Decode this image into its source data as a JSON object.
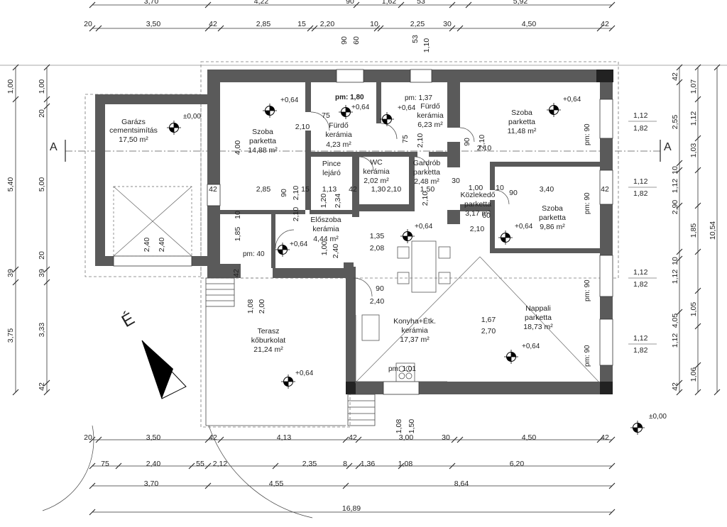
{
  "section_label": "A",
  "north_label": "É",
  "rooms": [
    {
      "id": "garazs",
      "name": "Garázs",
      "floor": "cementsimítás",
      "area": "17,50 m²"
    },
    {
      "id": "szoba1",
      "name": "Szoba",
      "floor": "parketta",
      "area": "14,88 m²"
    },
    {
      "id": "furdo1",
      "name": "Fürdő",
      "floor": "kerámia",
      "area": "4,23 m²"
    },
    {
      "id": "furdo2",
      "name": "Fürdő",
      "floor": "kerámia",
      "area": "6,23 m²"
    },
    {
      "id": "szoba2",
      "name": "Szoba",
      "floor": "parketta",
      "area": "11,48 m²"
    },
    {
      "id": "pince",
      "name": "Pince",
      "floor": "lejáró",
      "area": ""
    },
    {
      "id": "wc",
      "name": "WC",
      "floor": "kerámia",
      "area": "2,02 m²"
    },
    {
      "id": "gardrob",
      "name": "Gardrób",
      "floor": "parketta",
      "area": "2,48 m²"
    },
    {
      "id": "kozlekedo",
      "name": "Közlekedő",
      "floor": "parketta",
      "area": "3,17 m²"
    },
    {
      "id": "szoba3",
      "name": "Szoba",
      "floor": "parketta",
      "area": "9,86 m²"
    },
    {
      "id": "eloszoba",
      "name": "Előszoba",
      "floor": "kerámia",
      "area": "4,44 m²"
    },
    {
      "id": "terasz",
      "name": "Terasz",
      "floor": "kőburkolat",
      "area": "21,24 m²"
    },
    {
      "id": "konyha",
      "name": "Konyha+Étk.",
      "floor": "kerámia",
      "area": "17,37 m²"
    },
    {
      "id": "nappali",
      "name": "Nappali",
      "floor": "parketta",
      "area": "18,73 m²"
    }
  ],
  "levels": [
    "±0,00",
    "+0,64",
    "pm: 1,80",
    "pm: 1,37",
    "pm: 40",
    "pm: 1,01",
    "pm: 90"
  ],
  "dims_top1": [
    "3,70",
    "4,22",
    "90",
    "1,62",
    "53",
    "5,92"
  ],
  "dims_top2": [
    "20",
    "3,50",
    "42",
    "2,85",
    "15",
    "2,20",
    "10",
    "2,25",
    "30",
    "4,50",
    "42"
  ],
  "dims_top_vertical": [
    "90",
    "60",
    "53",
    "1,10"
  ],
  "dims_bottom1": [
    "20",
    "3,50",
    "42",
    "4,13",
    "42",
    "3,00",
    "30",
    "4,50",
    "42"
  ],
  "dims_bottom2": [
    "75",
    "2,40",
    "55",
    "2,12",
    "2,35",
    "8",
    "1,36",
    "1,08",
    "6,20"
  ],
  "dims_bottom3": [
    "3,70",
    "4,55",
    "8,64"
  ],
  "dims_bottom4": [
    "16,89"
  ],
  "dims_left_outer": [
    "1,00",
    "5,40",
    "39",
    "3,75"
  ],
  "dims_left_inner": [
    "1,00",
    "20",
    "5,00",
    "20",
    "39",
    "3,33",
    "42"
  ],
  "dims_right_inner": [
    "42",
    "2,55",
    "10",
    "1,12",
    "2,90",
    "10",
    "1,12",
    "4,05",
    "1,12",
    "42"
  ],
  "dims_right_col": [
    "1,07",
    "1,12",
    "1,03",
    "1,85",
    "1,05",
    "1,06"
  ],
  "dims_right_outer": [
    "10,54"
  ],
  "window_labels": [
    "1,12",
    "1,82"
  ],
  "interior_dims": [
    "75",
    "2,10",
    "75",
    "2,10",
    "2,10",
    "90",
    "2,10",
    "30",
    "1,00",
    "10",
    "90",
    "3,40",
    "42",
    "42",
    "2,85",
    "90",
    "2,10",
    "15",
    "1,13",
    "42",
    "1,30",
    "2,10",
    "1,50",
    "2,10",
    "1,20",
    "2,34",
    "60",
    "2,10",
    "1,35",
    "2,08",
    "1,00",
    "2,40",
    "4,00",
    "10",
    "1,85",
    "2,10",
    "90",
    "2,40",
    "1,08",
    "2,00",
    "1,67",
    "2,70",
    "2,40",
    "2,40",
    "1,08",
    "1,50",
    "42"
  ]
}
